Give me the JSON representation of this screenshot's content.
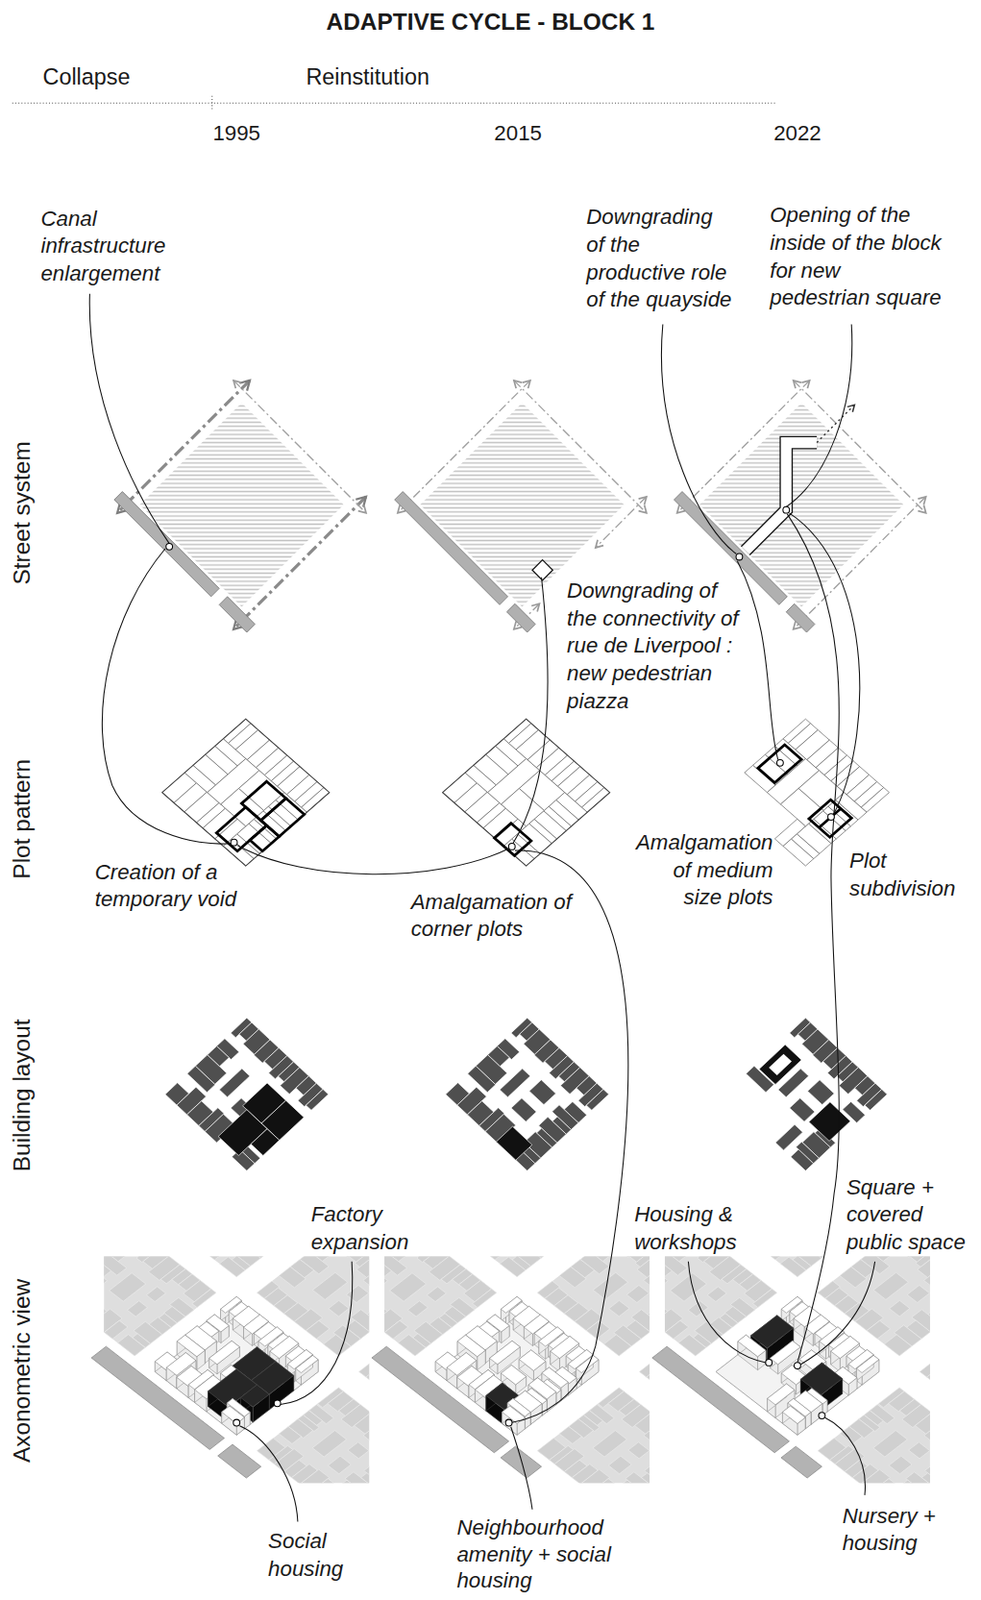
{
  "diagram": {
    "title": "ADAPTIVE CYCLE - BLOCK 1",
    "labels": [
      "Collapse",
      "Reinstitution",
      "1995",
      "2015",
      "2022",
      "Canal infrastructure enlargement",
      "Downgrading of the productive role of the quayside",
      "Opening of the inside of the block for new pedestrian square",
      "Street system",
      "Downgrading of the connectivity of rue de Liverpool : new pedestrian piazza",
      "Plot pattern",
      "Creation of a temporary void",
      "Amalgamation of corner plots",
      "Amalgamation of medium size plots",
      "Plot subdivision",
      "Building layout",
      "Axonometric view",
      "Factory expansion",
      "Housing & workshops",
      "Square + covered public space",
      "Social housing",
      "Neighbourhood amenity + social housing",
      "Nursery + housing"
    ]
  }
}
